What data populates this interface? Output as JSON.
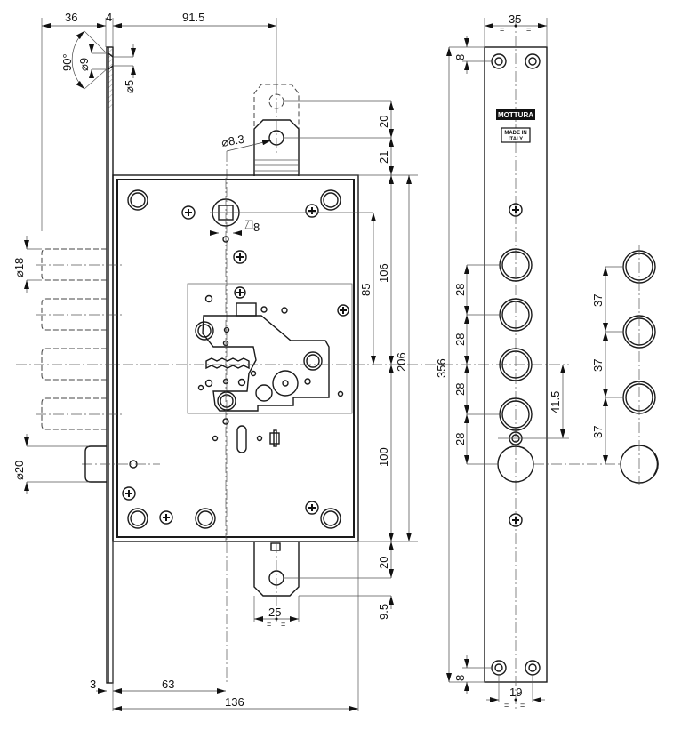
{
  "drawing": {
    "title": "Mortise lock technical drawing",
    "brand_label": "MOTTURA",
    "origin_label_line1": "MADE IN",
    "origin_label_line2": "ITALY"
  },
  "dimensions": {
    "top_36": "36",
    "top_4": "4",
    "top_91_5": "91.5",
    "angle_90": "90°",
    "dia_9": "⌀9",
    "dia_5": "⌀5",
    "dia_8_3": "⌀8.3",
    "spindle_8": "8",
    "v_20_top": "20",
    "v_21": "21",
    "v_106": "106",
    "v_85": "85",
    "v_206": "206",
    "v_100": "100",
    "v_20_bottom": "20",
    "v_9_5": "9.5",
    "h_25": "25",
    "dia_18": "⌀18",
    "dia_20": "⌀20",
    "bottom_3": "3",
    "bottom_63": "63",
    "bottom_136": "136",
    "plate_35": "35",
    "plate_8_top": "8",
    "plate_356": "356",
    "plate_28_a": "28",
    "plate_28_b": "28",
    "plate_28_c": "28",
    "plate_28_d": "28",
    "plate_41_5": "41.5",
    "plate_8_bottom": "8",
    "plate_19": "19",
    "bolt_37_a": "37",
    "bolt_37_b": "37",
    "bolt_37_c": "37",
    "equal_mark": "="
  }
}
